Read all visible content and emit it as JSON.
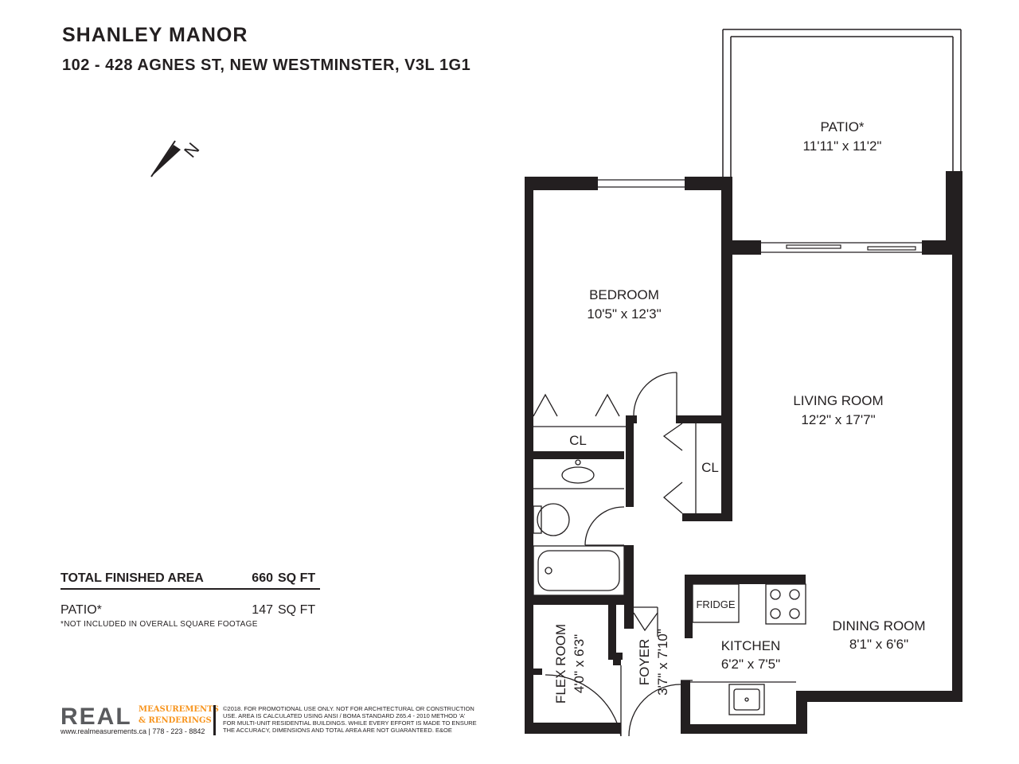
{
  "header": {
    "title": "SHANLEY MANOR",
    "address": "102 - 428 AGNES ST, NEW WESTMINSTER, V3L 1G1"
  },
  "area": {
    "total_label": "TOTAL FINISHED AREA",
    "total_value": "660",
    "total_unit": "SQ FT",
    "patio_label": "PATIO*",
    "patio_value": "147",
    "patio_unit": "SQ FT",
    "note": "*NOT INCLUDED IN OVERALL SQUARE FOOTAGE"
  },
  "compass": {
    "letter": "N",
    "icon": "north-arrow-icon"
  },
  "rooms": {
    "patio": {
      "name": "PATIO*",
      "dims": "11'11\" x 11'2\""
    },
    "bedroom": {
      "name": "BEDROOM",
      "dims": "10'5\" x 12'3\""
    },
    "living_room": {
      "name": "LIVING ROOM",
      "dims": "12'2\" x 17'7\""
    },
    "dining_room": {
      "name": "DINING ROOM",
      "dims": "8'1\" x 6'6\""
    },
    "kitchen": {
      "name": "KITCHEN",
      "dims": "6'2\" x 7'5\""
    },
    "flex_room": {
      "name": "FLEX ROOM",
      "dims": "4'0\" x 6'3\""
    },
    "foyer": {
      "name": "FOYER",
      "dims": "3'7\" x 7'10\""
    },
    "closet_bedroom": "CL",
    "closet_hall": "CL",
    "fridge": "FRIDGE"
  },
  "footer": {
    "brand": "REAL",
    "brand_line1": "MEASUREMENTS",
    "brand_line2": "& RENDERINGS",
    "website": "www.realmeasurements.ca | 778 - 223 - 8842",
    "disclaimer": [
      "©2018. FOR PROMOTIONAL USE ONLY. NOT FOR ARCHITECTURAL OR CONSTRUCTION",
      "USE. AREA IS CALCULATED USING ANSI / BOMA STANDARD Z65.4 - 2010 METHOD 'A'",
      "FOR MULTI-UNIT RESIDENTIAL BUILDINGS. WHILE EVERY EFFORT IS MADE TO ENSURE",
      "THE ACCURACY, DIMENSIONS AND TOTAL AREA ARE NOT GUARANTEED. E&OE"
    ],
    "colors": {
      "brand_gray": "#5a5b5e",
      "brand_orange": "#f7941d"
    }
  }
}
